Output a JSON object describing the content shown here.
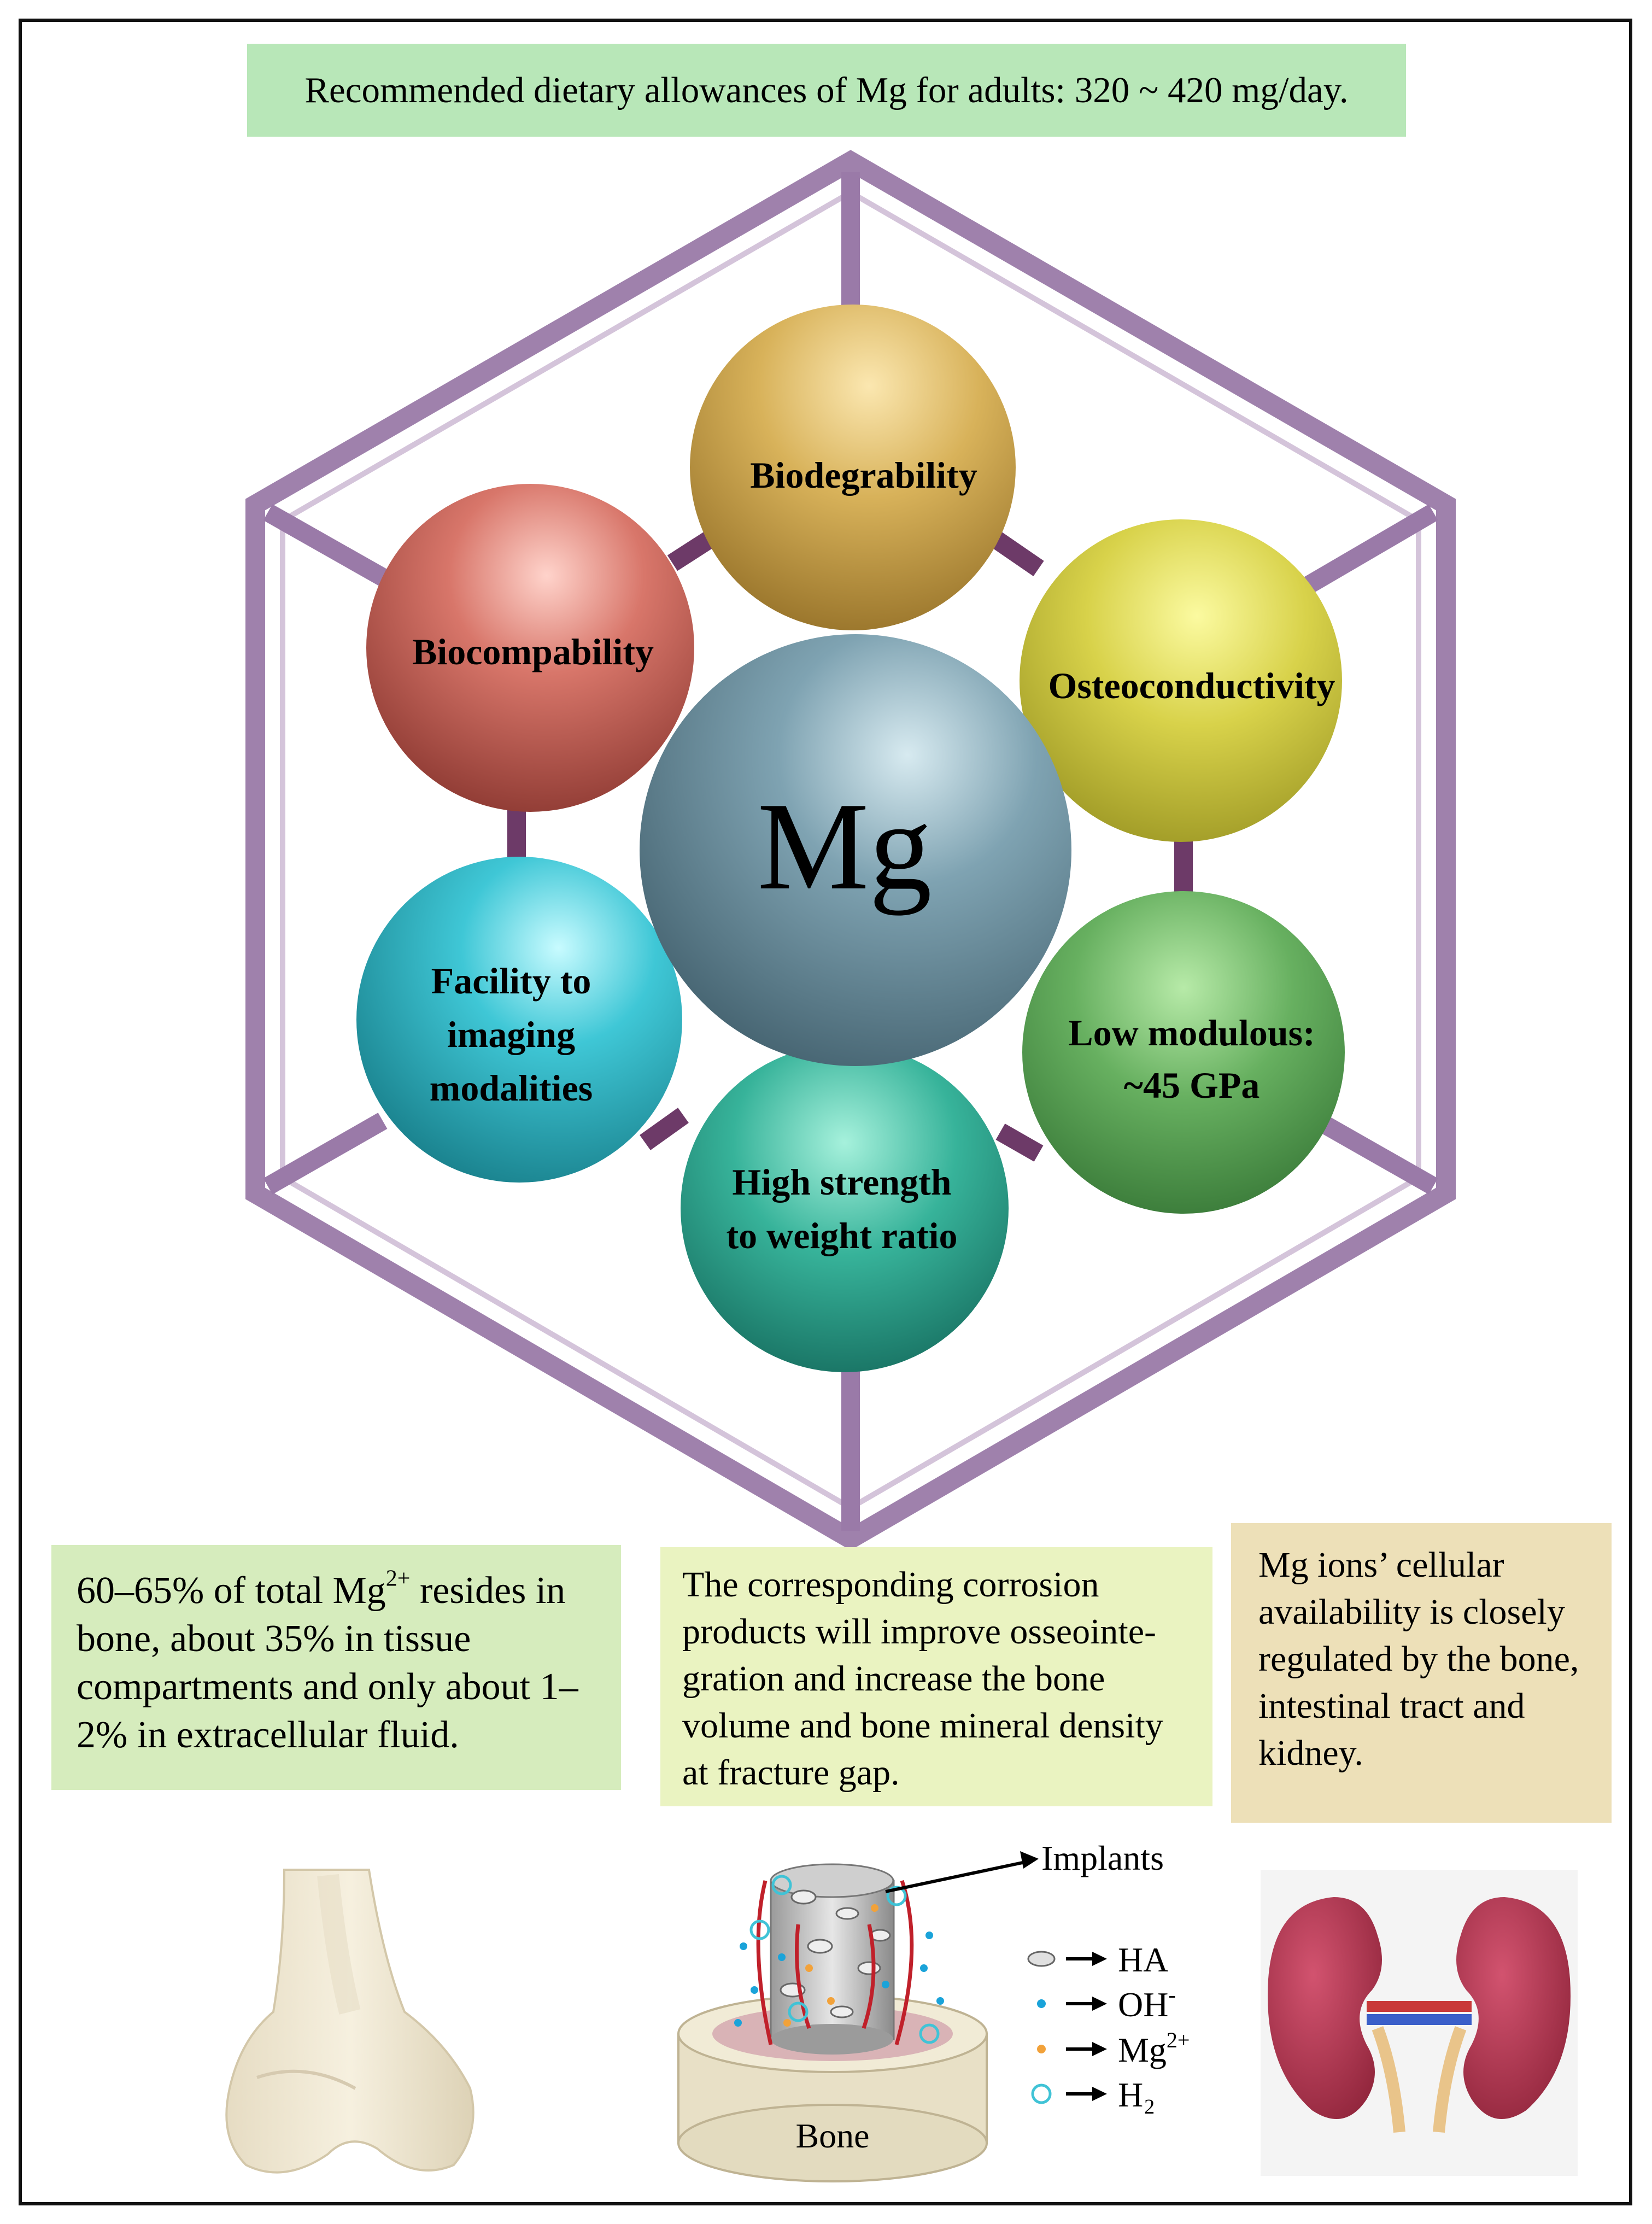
{
  "banner": "Recommended dietary allowances of Mg for adults: 320 ~ 420 mg/day.",
  "center_label": "Mg",
  "properties": [
    {
      "lines": [
        "Biodegrability"
      ]
    },
    {
      "lines": [
        "Osteoconductivity"
      ]
    },
    {
      "lines": [
        "Low modulous:",
        "~45 GPa"
      ]
    },
    {
      "lines": [
        "High strength",
        "to weight ratio"
      ]
    },
    {
      "lines": [
        "Facility to",
        "imaging",
        "modalities"
      ]
    },
    {
      "lines": [
        "Biocompability"
      ]
    }
  ],
  "info_boxes": {
    "bone_distribution": {
      "pre": "60–65% of total Mg",
      "sup": "2+",
      "post": " resides in bone, about 35% in tissue compartments and only about 1–2% in extracellular fluid."
    },
    "corrosion": "The corresponding corrosion products will improve osseointe-gration and increase the bone volume and bone mineral density at fracture gap.",
    "regulation": "Mg ions’ cellular availability is closely regulated by the bone, intestinal tract and kidney."
  },
  "implant_diagram": {
    "implants_label": "Implants",
    "bone_label": "Bone",
    "legend": [
      {
        "name": "HA",
        "sup": ""
      },
      {
        "name": "OH",
        "sup": "-"
      },
      {
        "name": "Mg",
        "sup": "2+"
      },
      {
        "name": "H₂",
        "sup": ""
      }
    ]
  },
  "colors": {
    "hexagon": "#9a7aa8",
    "connector": "#6d3a68",
    "banner_bg": "#b8e7b8",
    "center": "#5d8291",
    "biodegrability": "#c9a44a",
    "osteoconductivity": "#c9c63d",
    "low_modulous": "#4f9a4f",
    "high_strength": "#1f9a87",
    "facility_imaging": "#2ab3c4",
    "biocompability": "#c85a52"
  }
}
